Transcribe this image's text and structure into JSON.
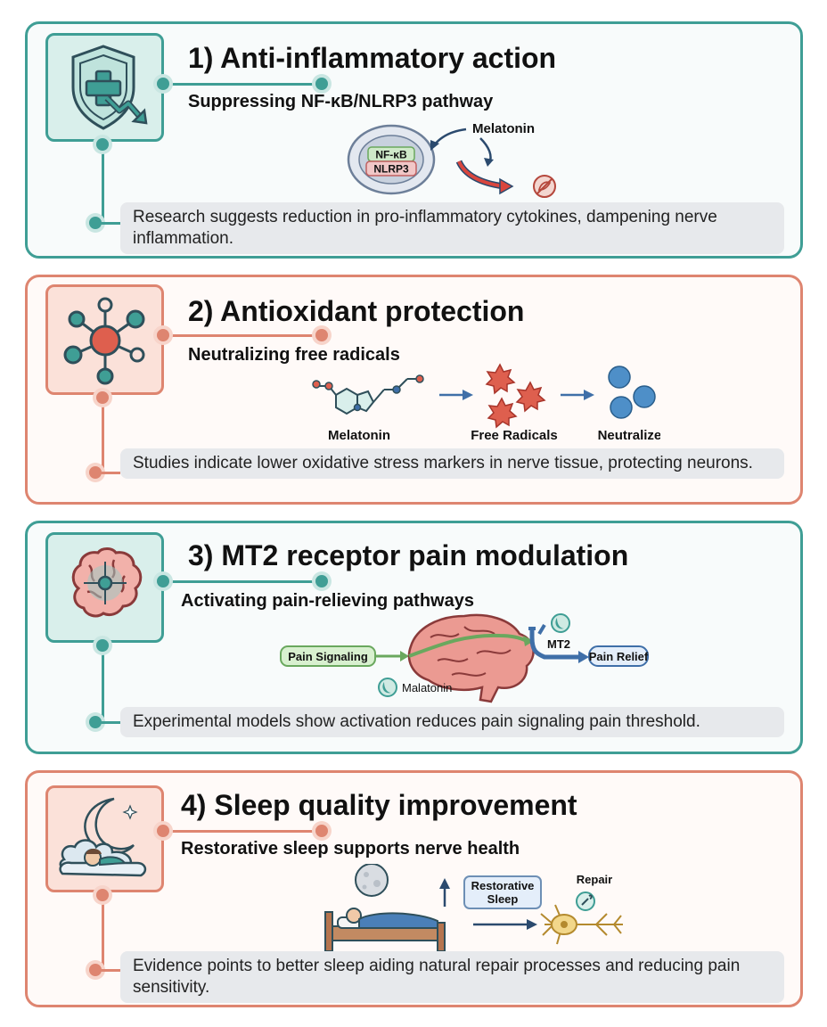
{
  "sections": [
    {
      "title": "1) Anti-inflammatory action",
      "subtitle": "Suppressing NF-κB/NLRP3 pathway",
      "icon": "shield-plus-arrow-down-icon",
      "labels": {
        "melatonin": "Melatonin",
        "nfkb": "NF-κB",
        "nlrp3": "NLRP3"
      },
      "description": "Research suggests reduction in pro-inflammatory cytokines, dampening nerve inflammation."
    },
    {
      "title": "2) Antioxidant protection",
      "subtitle": "Neutralizing free radicals",
      "icon": "molecule-network-icon",
      "labels": {
        "melatonin": "Melatonin",
        "free_radicals": "Free Radicals",
        "neutralized": "Neutralized"
      },
      "description": "Studies indicate lower oxidative stress markers in nerve tissue, protecting neurons."
    },
    {
      "title": "3) MT2 receptor pain modulation",
      "subtitle": "Activating pain-relieving pathways",
      "icon": "brain-target-icon",
      "labels": {
        "pain_signaling": "Pain Signaling",
        "mt2": "MT2",
        "pain_relief": "Pain Relief",
        "malatonin": "Malatonin"
      },
      "description": "Experimental models show activation reduces pain signaling pain threshold."
    },
    {
      "title": "4) Sleep quality improvement",
      "subtitle": "Restorative sleep supports nerve health",
      "icon": "moon-sleeper-cloud-icon",
      "labels": {
        "restorative": "Restorative",
        "sleep": "Sleep",
        "repair": "Repair"
      },
      "description": "Evidence points to better sleep aiding natural repair processes and reducing pain sensitivity."
    }
  ],
  "colors": {
    "teal": "#3f9e95",
    "coral": "#de8570",
    "desc_bg": "#e7e9ec"
  }
}
